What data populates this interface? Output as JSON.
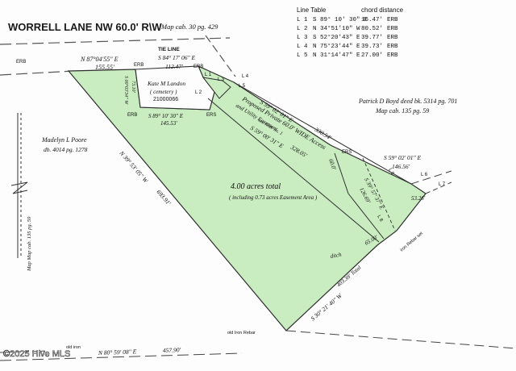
{
  "road": {
    "name": "WORRELL LANE NW 60.0' R\\W",
    "map_ref": "Map cab. 30 pg. 429"
  },
  "line_table": {
    "title": "Line Table",
    "col_chord": "chord distance",
    "rows": [
      {
        "id": "L 1",
        "bearing": "S 89° 10' 30\" E",
        "dist": "16.47'",
        "tag": "ERB"
      },
      {
        "id": "L 2",
        "bearing": "N 34°51'10\" W",
        "dist": "80.52'",
        "tag": "ERB"
      },
      {
        "id": "L 3",
        "bearing": "S 52°20'43\" E",
        "dist": "39.77'",
        "tag": "ERB"
      },
      {
        "id": "L 4",
        "bearing": "N 75°23'44\" E",
        "dist": "39.73'",
        "tag": "ERB"
      },
      {
        "id": "L 5",
        "bearing": "N 31°14'47\" E",
        "dist": "27.00'",
        "tag": "ERB"
      }
    ]
  },
  "labels": {
    "top_bearing": "N 87°04'55\" E",
    "top_dist": "155.55'",
    "erb_left": "ERB",
    "erb_mid": "ERB",
    "erb_mid2": "ERB",
    "tie_line": "TIE LINE",
    "tie_bearing": "S 84° 17' 06\" E",
    "tie_dist": "112.47'",
    "cemetery_owner": "Kate M Landon",
    "cemetery_note": "( cemetery )",
    "cemetery_pin": "21000066",
    "cem_left_bearing": "S 00°03'34\" W",
    "cem_left_dist": "73.10'",
    "cem_bottom_bearing": "S 89° 10' 30\" E",
    "cem_bottom_dist": "145.53'",
    "erb_cem": "ERB",
    "ers_cem": "ERS",
    "l1": "L 1",
    "l2": "L 2",
    "l3": "L 3",
    "l4": "L 4",
    "l5": "L 5",
    "l6": "L 6",
    "l7": "L 7",
    "l8": "L 8",
    "l9": "L 9",
    "north_bearing": "S 59° 02' 01\" E",
    "north_dist": "330.54'",
    "easement_title": "Proposed Private 60.0' WIDE Access",
    "easement_sub": "and Utility Easement",
    "easement_note": "see Note no. 1",
    "easement_bearing": "S 59° 00' 31\" E",
    "easement_dist": "328.05'",
    "sixty": "60.0'",
    "ers_right": "ERS",
    "right_bearing": "S 59° 02' 01\" E",
    "right_dist": "146.56'",
    "owner_right": "Patrick D Boyd  deed bk. 5314  pg. 701",
    "owner_right_map": "Map cab. 135  pg. 59",
    "inner_bearing": "S 39° 57' 37\" E",
    "inner_dist": "126.69'",
    "right_short": "53.26'",
    "rebar_set": "iron Rebar set",
    "sixty_five": "65.00'",
    "south_bearing": "S 30° 21' 40\" W",
    "south_dist": "403.38' Total",
    "ditch": "ditch",
    "area_main": "4.00  acres total",
    "area_sub": "( including  0.73  acres Easement Area )",
    "west_bearing": "N 39° 53' 05\" W",
    "west_dist": "693.91'",
    "owner_left": "Madelyn L Poore",
    "owner_left_ref": "db. 4014  pg. 1278",
    "left_map_ref": "Map Map cab. 135 pg. 59",
    "old_iron_bottom": "old Iron Rebar",
    "old_iron_left": "old iron",
    "bottom_bearing": "N 80° 59' 08\" E",
    "bottom_dist": "457.90'"
  },
  "watermark": "©2025 Hive MLS",
  "colors": {
    "parcel_fill": "#c9ecc0",
    "parcel_stroke": "#2f2f2f",
    "dash": "#444444"
  }
}
